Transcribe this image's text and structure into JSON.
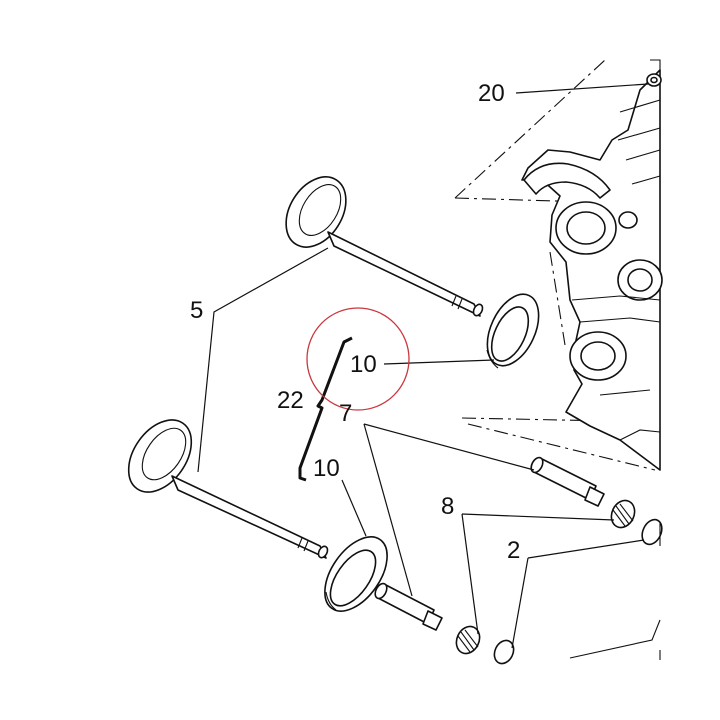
{
  "callouts": {
    "c20": "20",
    "c5": "5",
    "c10_upper": "10",
    "c22": "22",
    "c7": "7",
    "c10_lower": "10",
    "c8": "8",
    "c2": "2"
  },
  "highlight": {
    "color": "#c8383f"
  },
  "line_color": "#111111"
}
